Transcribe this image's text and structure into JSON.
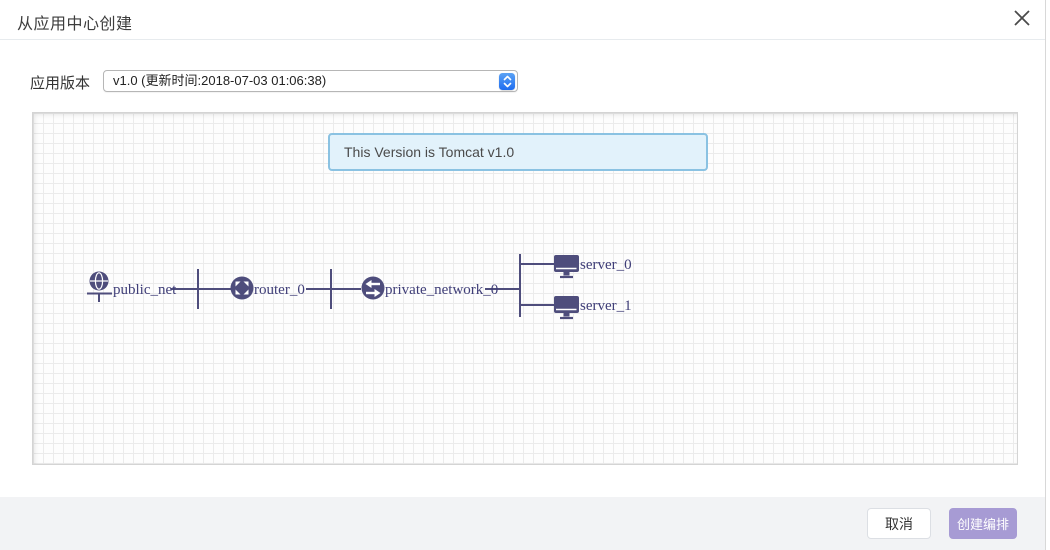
{
  "modal": {
    "title": "从应用中心创建"
  },
  "form": {
    "version_label": "应用版本",
    "version_value": "v1.0 (更新时间:2018-07-03 01:06:38)"
  },
  "canvas": {
    "tooltip": "This Version is Tomcat v1.0",
    "nodes": {
      "public_net": "public_net",
      "router": "router_0",
      "private_network": "private_network_0",
      "server_0": "server_0",
      "server_1": "server_1"
    }
  },
  "footer": {
    "cancel_label": "取消",
    "create_label": "创建编排"
  },
  "colors": {
    "topology_ink": "#4e4d7c",
    "label_ink": "#3f3e78",
    "tooltip_bg": "#e2f2fb",
    "tooltip_border": "#8ac2e2",
    "accent_purple": "#a79bd4",
    "stepper_blue": "#2e7df3",
    "footer_bg": "#f2f3f5"
  }
}
